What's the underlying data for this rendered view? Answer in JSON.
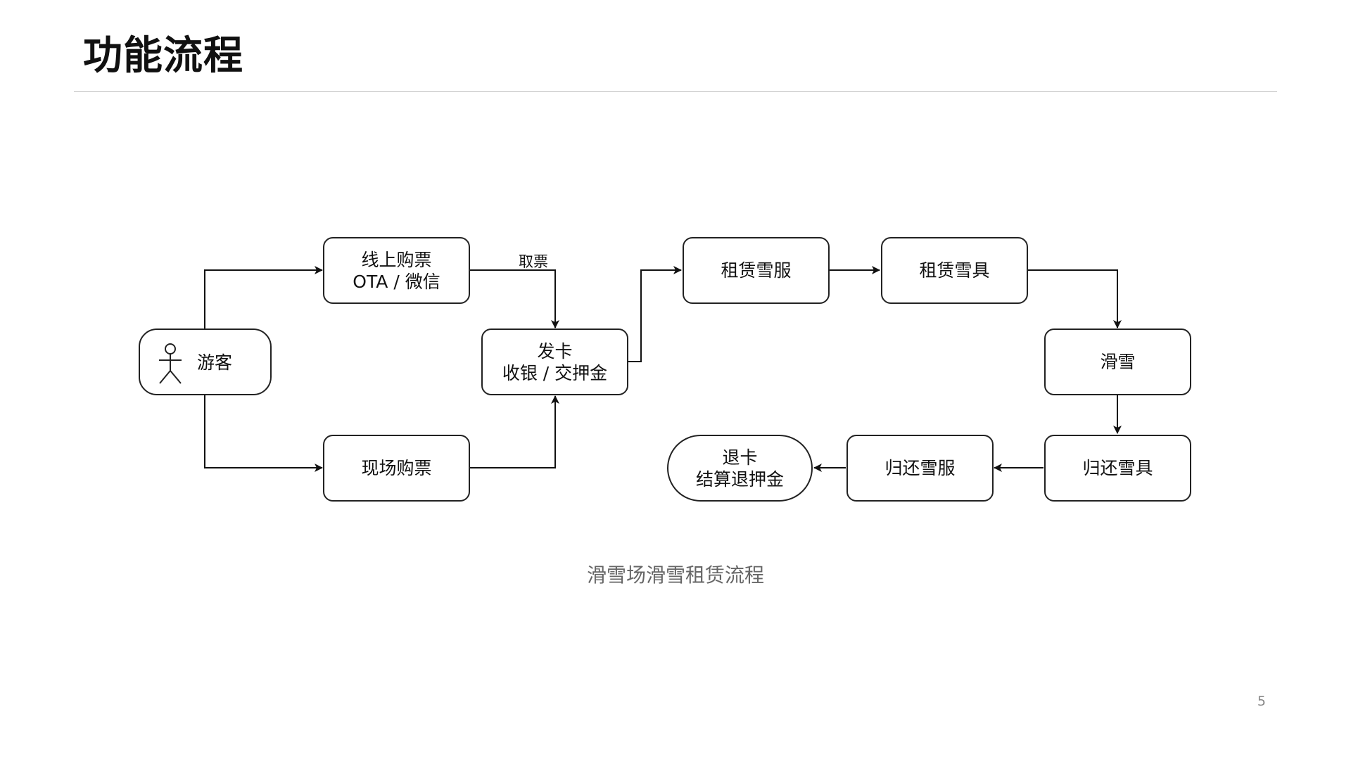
{
  "page": {
    "title": "功能流程",
    "page_number": "5"
  },
  "diagram": {
    "caption": "滑雪场滑雪租赁流程",
    "actor": {
      "label": "游客",
      "icon": "stick-figure-icon"
    },
    "nodes": {
      "online_ticket": {
        "line1": "线上购票",
        "line2": "OTA / 微信"
      },
      "onsite_ticket": {
        "line1": "现场购票"
      },
      "issue_card": {
        "line1": "发卡",
        "line2": "收银 / 交押金"
      },
      "rent_clothes": {
        "line1": "租赁雪服"
      },
      "rent_gear": {
        "line1": "租赁雪具"
      },
      "ski": {
        "line1": "滑雪"
      },
      "return_gear": {
        "line1": "归还雪具"
      },
      "return_clothes": {
        "line1": "归还雪服"
      },
      "refund_card": {
        "line1": "退卡",
        "line2": "结算退押金"
      }
    },
    "edge_labels": {
      "pickup": "取票"
    }
  }
}
